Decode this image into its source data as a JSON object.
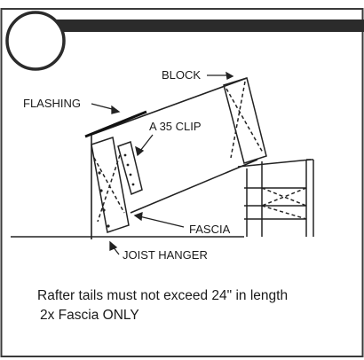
{
  "labels": {
    "block": "BLOCK",
    "flashing": "FLASHING",
    "clip": "A 35 CLIP",
    "fascia": "FASCIA",
    "joist_hanger": "JOIST HANGER"
  },
  "caption": {
    "line1": "Rafter tails must not exceed 24\" in length",
    "line2": "2x Fascia ONLY"
  }
}
